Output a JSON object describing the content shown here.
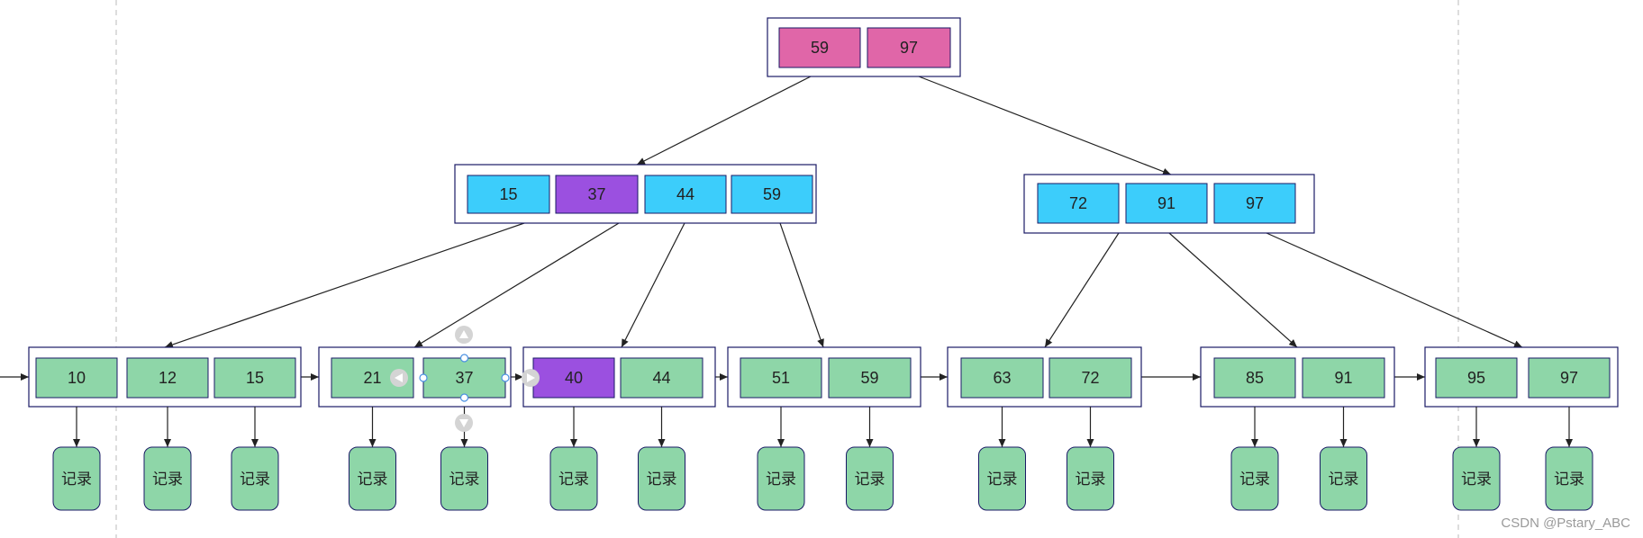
{
  "diagram": {
    "colors": {
      "root_key": "#e066a8",
      "internal_key": "#3ccdfb",
      "highlight_key": "#9b50e0",
      "leaf_key": "#8ed6a8",
      "node_border": "#1a1a66",
      "edge": "#222222",
      "guide": "#bbbbbb"
    },
    "root": {
      "keys": [
        {
          "label": "59",
          "style": "root"
        },
        {
          "label": "97",
          "style": "root"
        }
      ]
    },
    "internal": [
      {
        "keys": [
          {
            "label": "15",
            "style": "internal"
          },
          {
            "label": "37",
            "style": "highlight"
          },
          {
            "label": "44",
            "style": "internal"
          },
          {
            "label": "59",
            "style": "internal"
          }
        ]
      },
      {
        "keys": [
          {
            "label": "72",
            "style": "internal"
          },
          {
            "label": "91",
            "style": "internal"
          },
          {
            "label": "97",
            "style": "internal"
          }
        ]
      }
    ],
    "leaves": [
      {
        "keys": [
          {
            "label": "10",
            "style": "leaf"
          },
          {
            "label": "12",
            "style": "leaf"
          },
          {
            "label": "15",
            "style": "leaf"
          }
        ]
      },
      {
        "keys": [
          {
            "label": "21",
            "style": "leaf"
          },
          {
            "label": "37",
            "style": "leaf"
          }
        ]
      },
      {
        "keys": [
          {
            "label": "40",
            "style": "highlight"
          },
          {
            "label": "44",
            "style": "leaf"
          }
        ]
      },
      {
        "keys": [
          {
            "label": "51",
            "style": "leaf"
          },
          {
            "label": "59",
            "style": "leaf"
          }
        ]
      },
      {
        "keys": [
          {
            "label": "63",
            "style": "leaf"
          },
          {
            "label": "72",
            "style": "leaf"
          }
        ]
      },
      {
        "keys": [
          {
            "label": "85",
            "style": "leaf"
          },
          {
            "label": "91",
            "style": "leaf"
          }
        ]
      },
      {
        "keys": [
          {
            "label": "95",
            "style": "leaf"
          },
          {
            "label": "97",
            "style": "leaf"
          }
        ]
      }
    ],
    "record_label": "记录",
    "watermark": "CSDN @Pstary_ABC"
  }
}
